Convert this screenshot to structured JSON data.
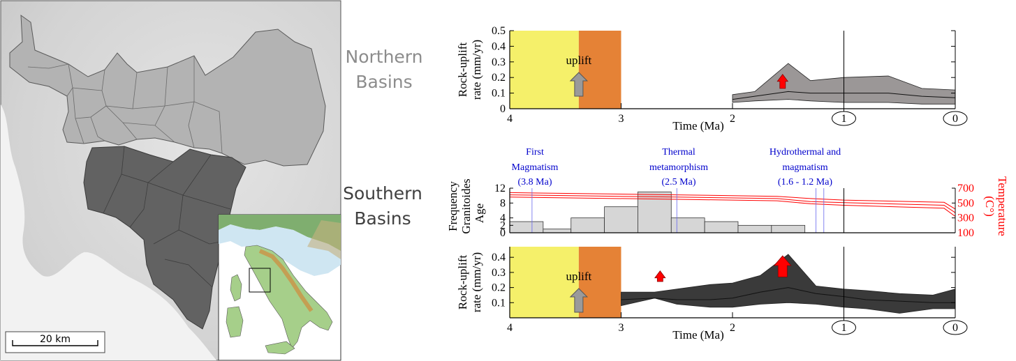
{
  "map": {
    "scale_label": "20 km"
  },
  "basins": {
    "northern_label_1": "Northern",
    "northern_label_2": "Basins",
    "southern_label_1": "Southern",
    "southern_label_2": "Basins"
  },
  "colors": {
    "pliocene_yellow": "#f5f06a",
    "pliocene_orange": "#e58236",
    "northern_band": "#9b9797",
    "southern_band": "#3a3a3a",
    "arrow_red": "#ff0000",
    "temperature_red": "#ff0000",
    "event_blue": "#0000cc",
    "histogram_fill": "#d6d6d6",
    "map_north": "#b2b2b2",
    "map_south": "#616161"
  },
  "chart_data": [
    {
      "type": "area",
      "panel": "northern",
      "ylabel_1": "Rock-uplift",
      "ylabel_2": "rate (mm/yr)",
      "xlabel": "Time (Ma)",
      "xlim": [
        4,
        0
      ],
      "ylim": [
        0,
        0.5
      ],
      "yticks": [
        0,
        0.1,
        0.2,
        0.3,
        0.4,
        0.5
      ],
      "ytick_labels": [
        "0",
        "0.1",
        "0.2",
        "0.3",
        "0.4",
        "0.5"
      ],
      "xticks": [
        4,
        3,
        2,
        1,
        0
      ],
      "xtick_labels": [
        "4",
        "3",
        "2",
        "1",
        "0"
      ],
      "circled_xticks": [
        1,
        0
      ],
      "uplift_text": "uplift",
      "shaded_intervals": [
        {
          "from": 4,
          "to": 3.38,
          "color": "#f5f06a"
        },
        {
          "from": 3.38,
          "to": 3.0,
          "color": "#e58236"
        }
      ],
      "band": {
        "x": [
          2.0,
          1.8,
          1.5,
          1.3,
          1.0,
          0.6,
          0.3,
          0.0
        ],
        "upper": [
          0.09,
          0.11,
          0.29,
          0.18,
          0.2,
          0.21,
          0.13,
          0.12
        ],
        "lower": [
          0.04,
          0.05,
          0.06,
          0.05,
          0.04,
          0.04,
          0.03,
          0.03
        ],
        "median": [
          0.06,
          0.08,
          0.11,
          0.1,
          0.1,
          0.1,
          0.08,
          0.07
        ]
      },
      "arrows": [
        {
          "x": 1.55,
          "y_from": 0.13,
          "y_to": 0.22,
          "size": "small"
        }
      ]
    },
    {
      "type": "bar",
      "panel": "granitoids",
      "ylabel_1": "Frequency",
      "ylabel_2": "Granitoides",
      "ylabel_3": "Age",
      "y2label_1": "Temperature",
      "y2label_2": "(C°)",
      "ylim": [
        0,
        12
      ],
      "yticks": [
        0,
        2,
        4,
        8,
        12
      ],
      "ytick_labels": [
        "0",
        "2",
        "4",
        "8",
        "12"
      ],
      "y2lim": [
        100,
        700
      ],
      "y2ticks": [
        100,
        300,
        500,
        700
      ],
      "y2tick_labels": [
        "100",
        "300",
        "500",
        "700"
      ],
      "bins": [
        {
          "from": 4.0,
          "to": 3.7,
          "value": 3
        },
        {
          "from": 3.7,
          "to": 3.45,
          "value": 1
        },
        {
          "from": 3.45,
          "to": 3.15,
          "value": 4
        },
        {
          "from": 3.15,
          "to": 2.85,
          "value": 7
        },
        {
          "from": 2.85,
          "to": 2.55,
          "value": 11
        },
        {
          "from": 2.55,
          "to": 2.25,
          "value": 4
        },
        {
          "from": 2.25,
          "to": 1.95,
          "value": 3
        },
        {
          "from": 1.95,
          "to": 1.65,
          "value": 2
        },
        {
          "from": 1.65,
          "to": 1.35,
          "value": 2
        }
      ],
      "temperature_lines": [
        {
          "x": [
            4.0,
            2.5,
            1.6,
            1.3,
            1.0,
            0.1,
            0.0
          ],
          "y": [
            640,
            610,
            590,
            560,
            540,
            510,
            420
          ]
        },
        {
          "x": [
            4.0,
            2.5,
            1.6,
            1.3,
            1.0,
            0.1,
            0.0
          ],
          "y": [
            610,
            580,
            560,
            520,
            505,
            470,
            370
          ]
        },
        {
          "x": [
            4.0,
            2.5,
            1.6,
            1.3,
            1.0,
            0.1,
            0.0
          ],
          "y": [
            580,
            550,
            530,
            490,
            470,
            430,
            320
          ]
        }
      ],
      "events": [
        {
          "x": 3.8,
          "label_1": "First",
          "label_2": "Magmatism",
          "label_3": "(3.8 Ma)"
        },
        {
          "x": 2.5,
          "label_1": "Thermal",
          "label_2": "metamorphism",
          "label_3": "(2.5 Ma)"
        },
        {
          "x": 1.25,
          "x_end": 1.18,
          "label_1": "Hydrothermal and",
          "label_2": "magmatism",
          "label_3": "(1.6 - 1.2 Ma)"
        }
      ]
    },
    {
      "type": "area",
      "panel": "southern",
      "ylabel_1": "Rock-uplift",
      "ylabel_2": "rate (mm/yr)",
      "xlabel": "Time (Ma)",
      "xlim": [
        4,
        0
      ],
      "ylim": [
        0,
        0.47
      ],
      "yticks": [
        0.1,
        0.2,
        0.3,
        0.4
      ],
      "ytick_labels": [
        "0.1",
        "0.2",
        "0.3",
        "0.4"
      ],
      "xticks": [
        4,
        3,
        2,
        1,
        0
      ],
      "xtick_labels": [
        "4",
        "3",
        "2",
        "1",
        "0"
      ],
      "circled_xticks": [
        1,
        0
      ],
      "uplift_text": "uplift",
      "shaded_intervals": [
        {
          "from": 4,
          "to": 3.38,
          "color": "#f5f06a"
        },
        {
          "from": 3.38,
          "to": 3.0,
          "color": "#e58236"
        }
      ],
      "band": {
        "x": [
          3.0,
          2.7,
          2.5,
          2.2,
          2.0,
          1.75,
          1.5,
          1.25,
          1.0,
          0.8,
          0.5,
          0.2,
          0.0
        ],
        "upper": [
          0.17,
          0.17,
          0.19,
          0.22,
          0.23,
          0.28,
          0.42,
          0.21,
          0.19,
          0.18,
          0.16,
          0.15,
          0.19
        ],
        "lower": [
          0.08,
          0.13,
          0.09,
          0.07,
          0.07,
          0.09,
          0.1,
          0.09,
          0.07,
          0.06,
          0.03,
          0.06,
          0.06
        ],
        "median": [
          0.12,
          0.13,
          0.12,
          0.12,
          0.13,
          0.17,
          0.2,
          0.16,
          0.14,
          0.12,
          0.11,
          0.1,
          0.1
        ]
      },
      "arrows": [
        {
          "x": 2.65,
          "y_from": 0.24,
          "y_to": 0.31,
          "size": "small"
        },
        {
          "x": 1.55,
          "y_from": 0.27,
          "y_to": 0.41,
          "size": "large"
        }
      ]
    }
  ]
}
